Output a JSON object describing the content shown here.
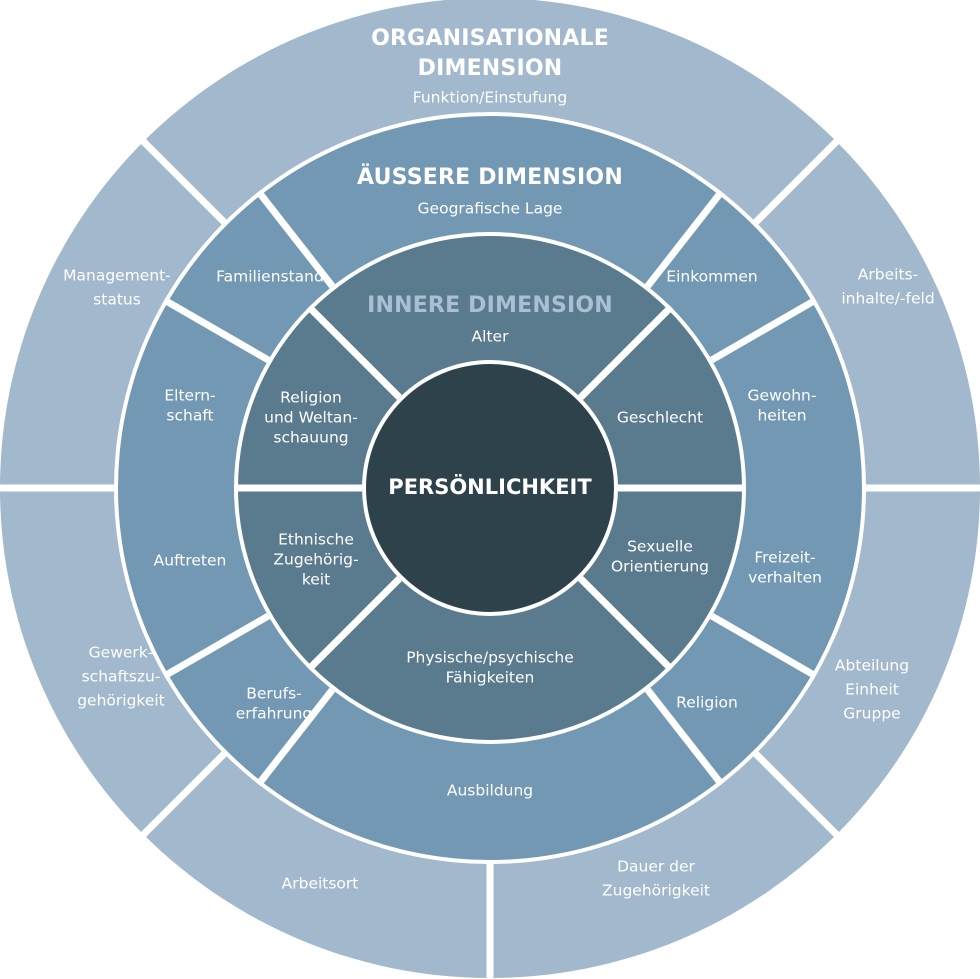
{
  "colors": {
    "outer": "#a2b8cc",
    "outer_title": "#ffffff",
    "middle": "#7398b4",
    "inner": "#5a7a8e",
    "inner_title": "#a9c0d2",
    "core": "#2e424c",
    "gap": "#ffffff"
  },
  "core": {
    "label": "PERSÖNLICHKEIT"
  },
  "inner": {
    "title": "INNERE DIMENSION",
    "subtitle": "Alter",
    "segments": [
      {
        "id": "religion-weltanschauung",
        "lines": [
          "Religion",
          "und Weltan-",
          "schauung"
        ]
      },
      {
        "id": "geschlecht",
        "lines": [
          "Geschlecht"
        ]
      },
      {
        "id": "sexuelle-orientierung",
        "lines": [
          "Sexuelle",
          "Orientierung"
        ]
      },
      {
        "id": "faehigkeiten",
        "lines": [
          "Physische/psychische",
          "Fähigkeiten"
        ]
      },
      {
        "id": "ethnische-zugehoerigkeit",
        "lines": [
          "Ethnische",
          "Zugehörig-",
          "keit"
        ]
      }
    ]
  },
  "middle": {
    "title": "ÄUSSERE DIMENSION",
    "subtitle": "Geografische Lage",
    "segments": [
      {
        "id": "familienstand",
        "lines": [
          "Familienstand"
        ]
      },
      {
        "id": "einkommen",
        "lines": [
          "Einkommen"
        ]
      },
      {
        "id": "gewohnheiten",
        "lines": [
          "Gewohn-",
          "heiten"
        ]
      },
      {
        "id": "freizeitverhalten",
        "lines": [
          "Freizeit-",
          "verhalten"
        ]
      },
      {
        "id": "religion",
        "lines": [
          "Religion"
        ]
      },
      {
        "id": "ausbildung",
        "lines": [
          "Ausbildung"
        ]
      },
      {
        "id": "berufserfahrung",
        "lines": [
          "Berufs-",
          "erfahrung"
        ]
      },
      {
        "id": "auftreten",
        "lines": [
          "Auftreten"
        ]
      },
      {
        "id": "elternschaft",
        "lines": [
          "Eltern-",
          "schaft"
        ]
      }
    ]
  },
  "outer": {
    "title_lines": [
      "ORGANISATIONALE",
      "DIMENSION"
    ],
    "subtitle": "Funktion/Einstufung",
    "segments": [
      {
        "id": "arbeitsinhalte",
        "lines": [
          "Arbeits-",
          "inhalte/-feld"
        ]
      },
      {
        "id": "abteilung",
        "lines": [
          "Abteilung",
          "Einheit",
          "Gruppe"
        ]
      },
      {
        "id": "dauer",
        "lines": [
          "Dauer der",
          "Zugehörigkeit"
        ]
      },
      {
        "id": "arbeitsort",
        "lines": [
          "Arbeitsort"
        ]
      },
      {
        "id": "gewerkschaft",
        "lines": [
          "Gewerk-",
          "schaftszu-",
          "gehörigkeit"
        ]
      },
      {
        "id": "managementstatus",
        "lines": [
          "Management-",
          "status"
        ]
      }
    ]
  }
}
